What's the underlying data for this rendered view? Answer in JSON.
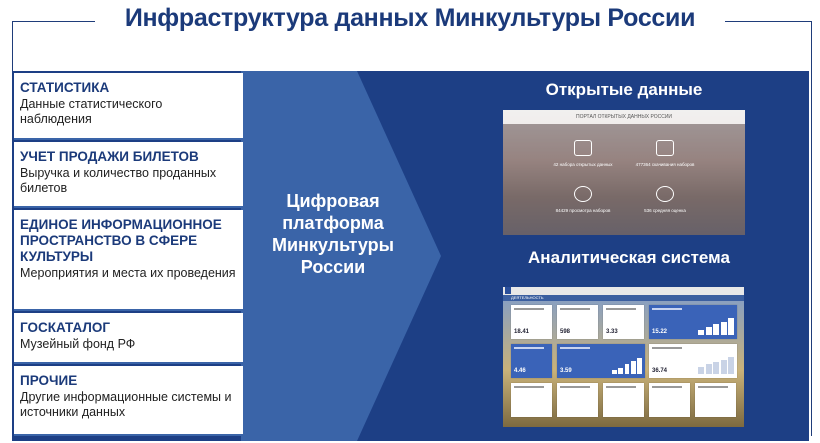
{
  "title": "Инфраструктура данных Минкультуры России",
  "sources": [
    {
      "heading": "СТАТИСТИКА",
      "desc": "Данные статистического наблюдения"
    },
    {
      "heading": "УЧЕТ ПРОДАЖИ БИЛЕТОВ",
      "desc": "Выручка и количество проданных билетов"
    },
    {
      "heading": "ЕДИНОЕ ИНФОРМАЦИОННОЕ ПРОСТРАНСТВО В СФЕРЕ КУЛЬТУРЫ",
      "desc": "Мероприятия и места их проведения"
    },
    {
      "heading": "ГОСКАТАЛОГ",
      "desc": "Музейный фонд РФ"
    },
    {
      "heading": "ПРОЧИЕ",
      "desc": "Другие информационные системы и источники данных"
    }
  ],
  "platform": "Цифровая платформа Минкультуры России",
  "open_data": {
    "title": "Открытые данные",
    "portal_header": "ПОРТАЛ ОТКРЫТЫХ ДАННЫХ РОССИИ",
    "stats": [
      "42 набора открытых данных",
      "477364 скачивания наборов",
      "84429 просмотра наборов",
      "536 средняя оценка"
    ]
  },
  "analytics": {
    "title": "Аналитическая система",
    "band": "ДЕЯТЕЛЬНОСТЬ",
    "tile_values": [
      "18.41",
      "598",
      "3.33",
      "15.22",
      "4.46",
      "3.59",
      "36.74"
    ]
  },
  "colors": {
    "navy": "#1d3f85",
    "arrow": "#3a64a8",
    "heading": "#1b3a7a"
  }
}
